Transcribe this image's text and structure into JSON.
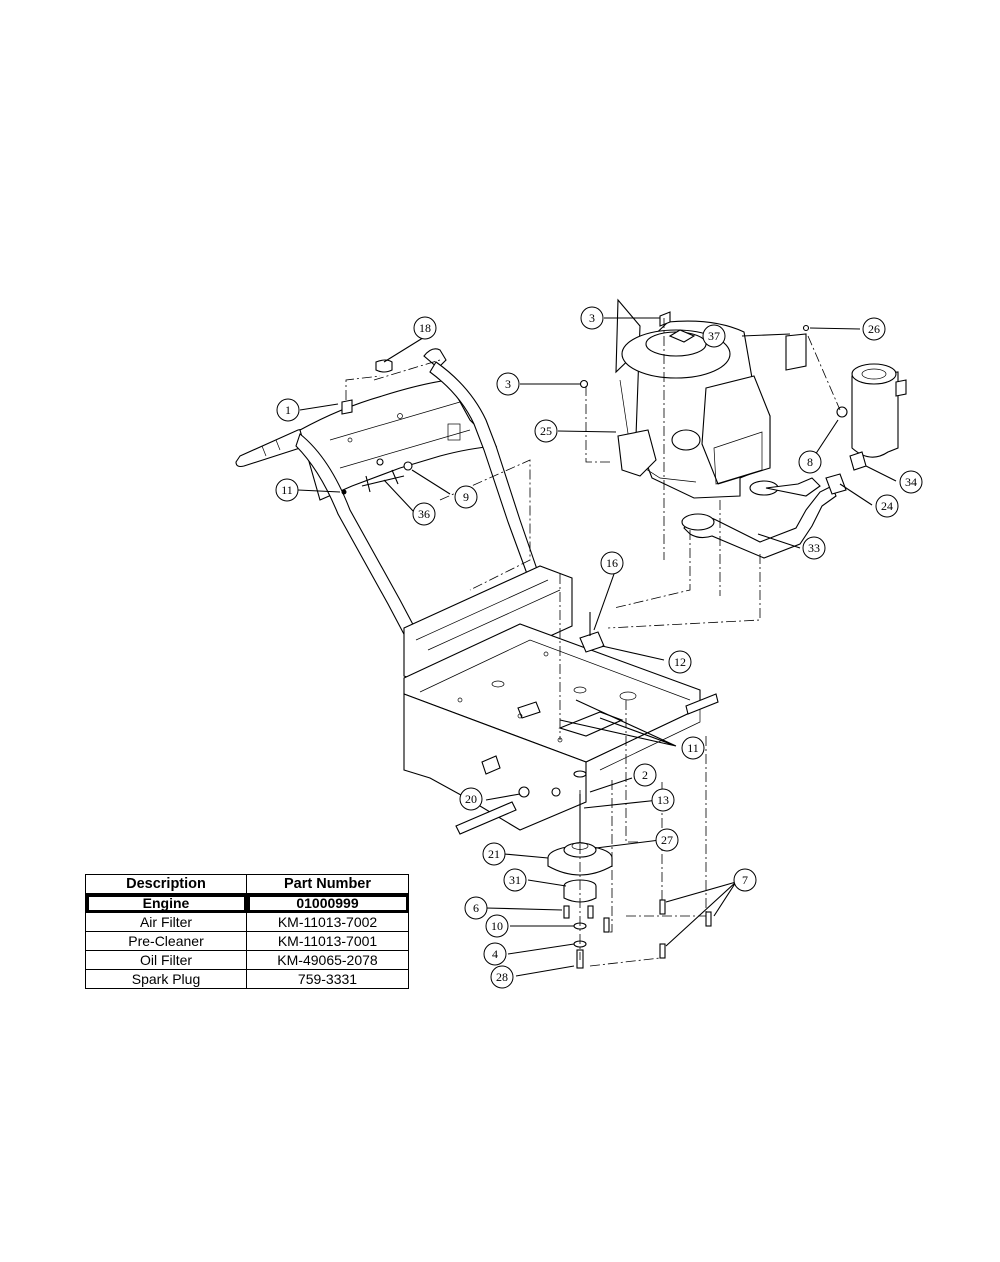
{
  "callouts": [
    {
      "label": "1"
    },
    {
      "label": "2"
    },
    {
      "label": "3"
    },
    {
      "label": "3"
    },
    {
      "label": "4"
    },
    {
      "label": "6"
    },
    {
      "label": "7"
    },
    {
      "label": "8"
    },
    {
      "label": "9"
    },
    {
      "label": "10"
    },
    {
      "label": "11"
    },
    {
      "label": "11"
    },
    {
      "label": "12"
    },
    {
      "label": "13"
    },
    {
      "label": "16"
    },
    {
      "label": "18"
    },
    {
      "label": "20"
    },
    {
      "label": "21"
    },
    {
      "label": "24"
    },
    {
      "label": "25"
    },
    {
      "label": "26"
    },
    {
      "label": "27"
    },
    {
      "label": "28"
    },
    {
      "label": "31"
    },
    {
      "label": "33"
    },
    {
      "label": "34"
    },
    {
      "label": "36"
    },
    {
      "label": "37"
    }
  ],
  "parts_table": {
    "headers": [
      "Description",
      "Part Number"
    ],
    "rows": [
      {
        "description": "Engine",
        "part_number": "01000999"
      },
      {
        "description": "Air Filter",
        "part_number": "KM-11013-7002"
      },
      {
        "description": "Pre-Cleaner",
        "part_number": "KM-11013-7001"
      },
      {
        "description": "Oil Filter",
        "part_number": "KM-49065-2078"
      },
      {
        "description": "Spark Plug",
        "part_number": "759-3331"
      }
    ]
  }
}
